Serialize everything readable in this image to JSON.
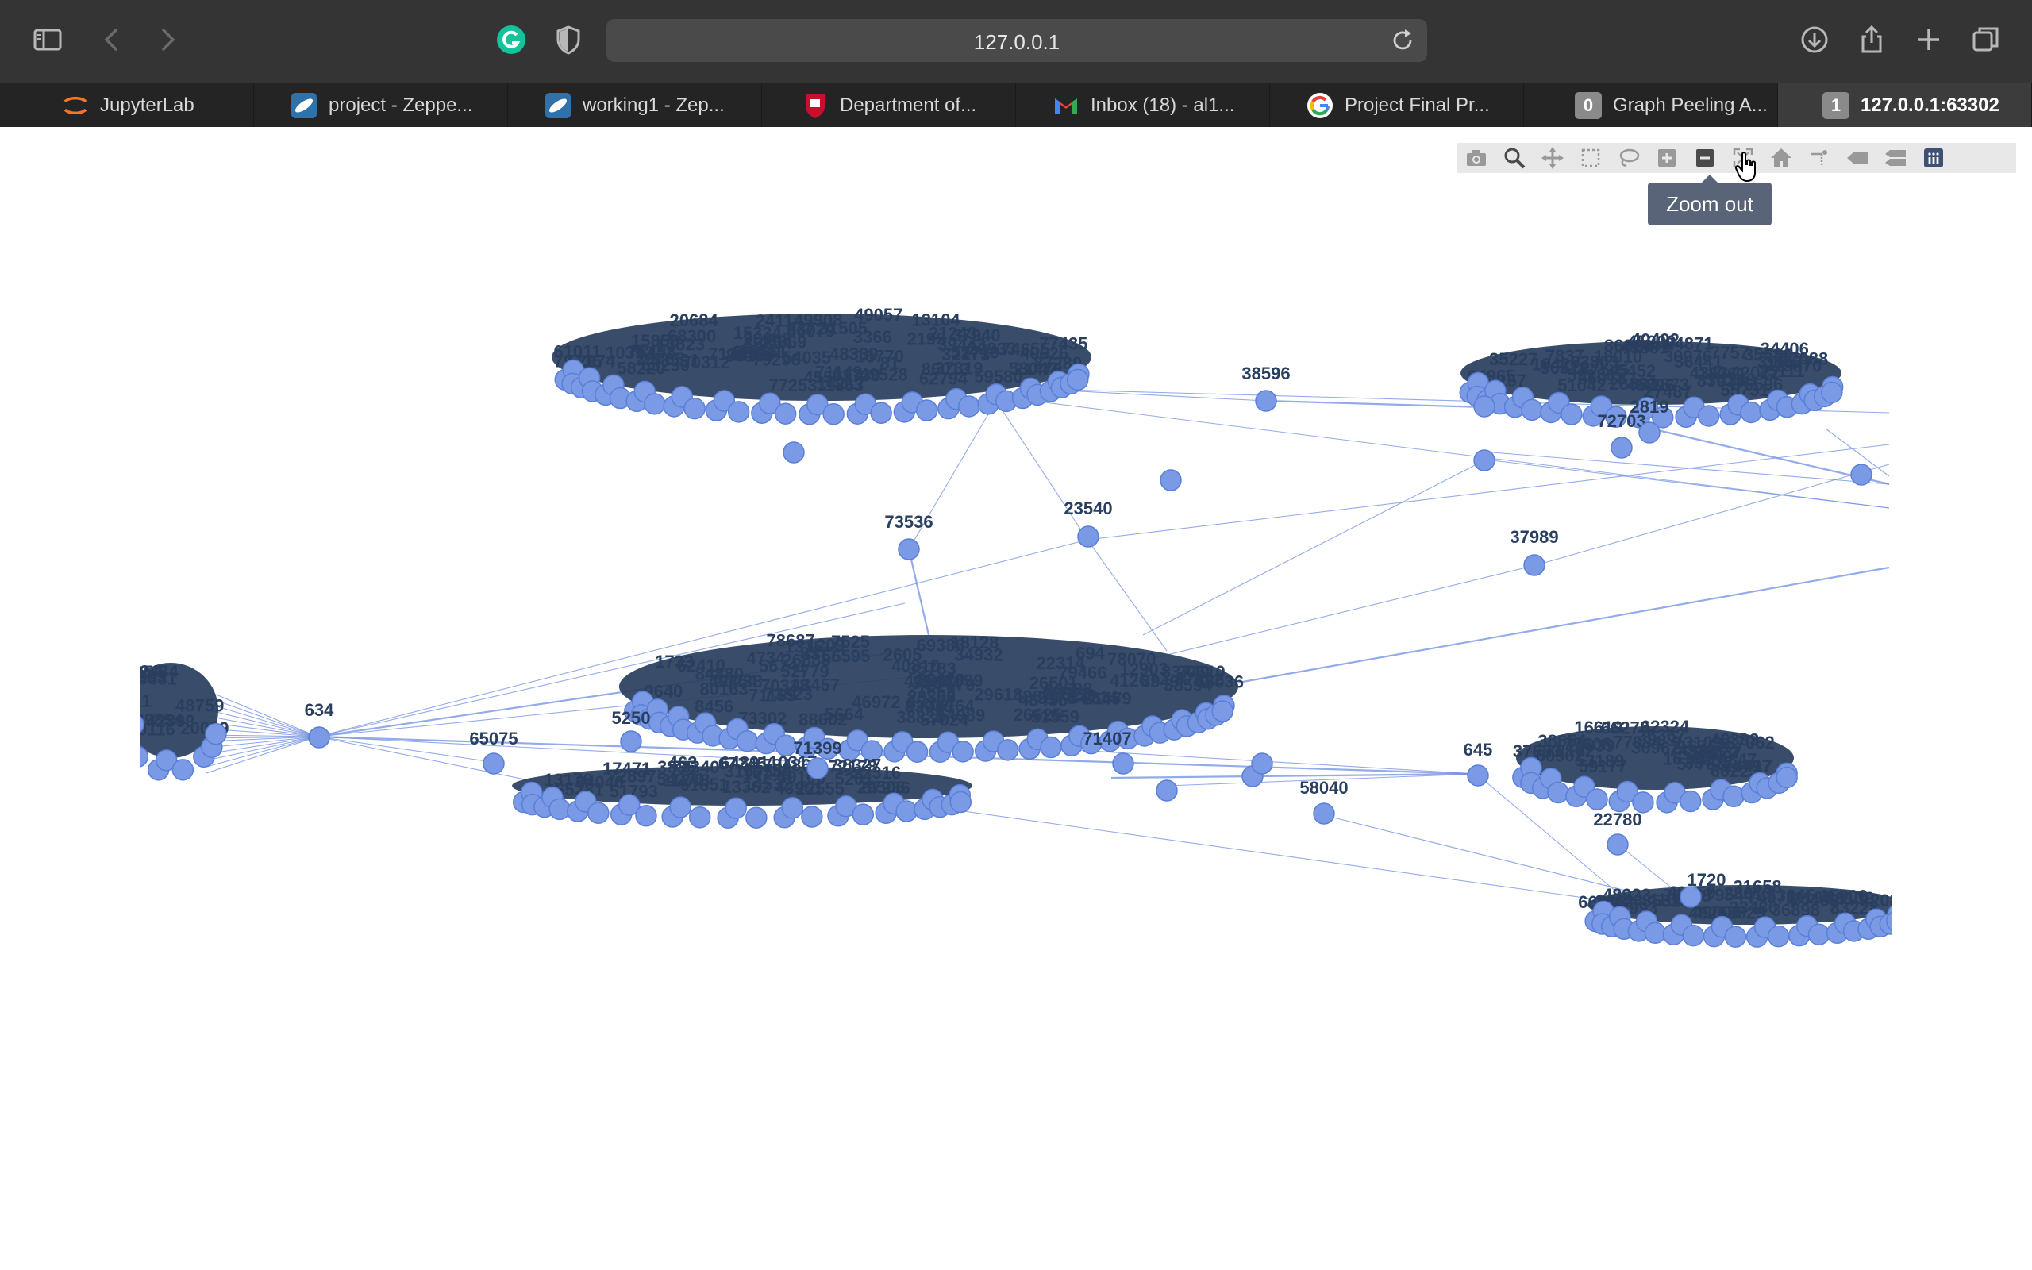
{
  "browser": {
    "url": "127.0.0.1",
    "icons": {
      "sidebar": "sidebar-icon",
      "back": "chevron-left-icon",
      "forward": "chevron-right-icon",
      "grammarly": "grammarly-icon",
      "privacy": "shield-icon",
      "reload": "reload-icon",
      "download": "download-icon",
      "share": "share-icon",
      "new_tab": "plus-icon",
      "tab_overview": "tabs-overview-icon"
    }
  },
  "tabs": [
    {
      "label": "JupyterLab",
      "icon": "jupyter-icon",
      "active": false
    },
    {
      "label": "project - Zeppe...",
      "icon": "zeppelin-icon",
      "active": false
    },
    {
      "label": "working1 - Zep...",
      "icon": "zeppelin-icon",
      "active": false
    },
    {
      "label": "Department of...",
      "icon": "shield-crest-icon",
      "active": false
    },
    {
      "label": "Inbox (18) - al1...",
      "icon": "gmail-icon",
      "active": false
    },
    {
      "label": "Project Final Pr...",
      "icon": "google-icon",
      "active": false
    },
    {
      "label": "Graph Peeling A...",
      "icon": "badge-icon",
      "badge": "0",
      "active": false
    },
    {
      "label": "127.0.0.1:63302",
      "icon": "badge-icon",
      "badge": "1",
      "active": true
    }
  ],
  "modebar": {
    "buttons": [
      "camera-icon",
      "zoom-icon",
      "pan-icon",
      "box-select-icon",
      "lasso-select-icon",
      "zoom-in-icon",
      "zoom-out-icon",
      "autoscale-icon",
      "reset-axes-icon",
      "spike-lines-icon",
      "hover-closest-icon",
      "hover-compare-icon",
      "plotly-logo-icon"
    ],
    "tooltip": "Zoom out"
  },
  "graph": {
    "node_color": "#7b9ae6",
    "node_stroke": "#5a7fd6",
    "edge_color": "#6f8fe0",
    "label_color": "#2a3f5f",
    "labels": [
      "38596",
      "72703",
      "2819",
      "73536",
      "23540",
      "37989",
      "634",
      "65075",
      "5250",
      "71399",
      "71407",
      "645",
      "22780",
      "1720",
      "58040"
    ]
  }
}
